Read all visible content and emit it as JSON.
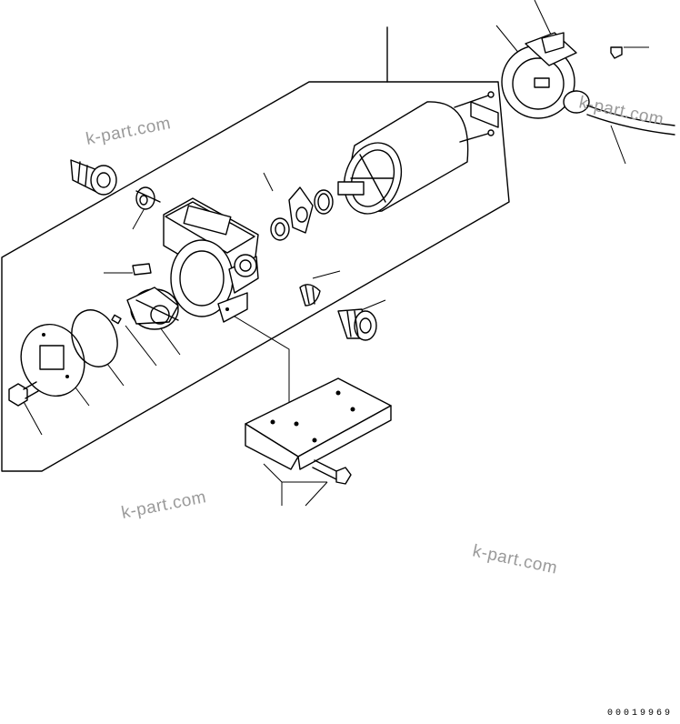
{
  "diagram": {
    "document_number": "00019969"
  },
  "watermarks": [
    "k-part.com",
    "k-part.com",
    "k-part.com",
    "k-part.com"
  ]
}
